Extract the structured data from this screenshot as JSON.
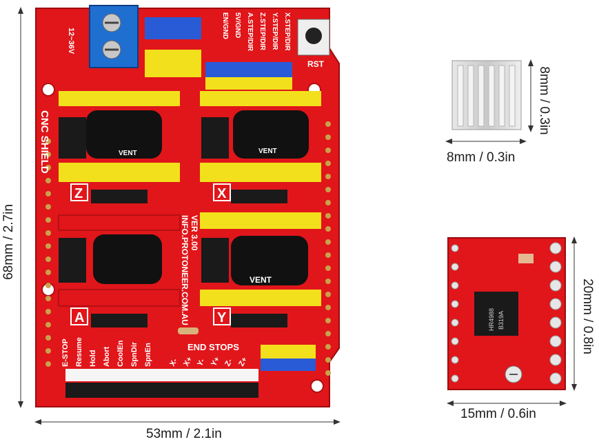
{
  "shield": {
    "height_label": "68mm / 2.7in",
    "width_label": "53mm / 2.1in",
    "title": "CNC SHIELD",
    "version": "VER 3.00",
    "url": "INFO.PROTONEER.COM.AU",
    "power": "12~36V",
    "reset": "RST",
    "header_labels": [
      "X.STEP/DIR",
      "Y.STEP/DIR",
      "Z.STEP/DIR",
      "A.STEP/DIR",
      "5V/GND",
      "EN/GND"
    ],
    "axes": [
      "Z",
      "X",
      "A",
      "Y"
    ],
    "control_labels": [
      "E-STOP",
      "Resume",
      "Hold",
      "Abort",
      "CoolEn",
      "SpnDir",
      "SpnEn"
    ],
    "endstops_title": "END STOPS",
    "endstops": [
      "X-",
      "X+",
      "Y-",
      "Y+",
      "Z-",
      "Z+"
    ],
    "capacitor_brand": "VENT",
    "colors": {
      "board": "#e0161a",
      "header_yellow": "#f3e01c",
      "pin_blue": "#2a5bd6",
      "terminal_blue": "#1f6fd1"
    }
  },
  "heatsink": {
    "height_label": "8mm / 0.3in",
    "width_label": "8mm / 0.3in"
  },
  "driver": {
    "height_label": "20mm / 0.8in",
    "width_label": "15mm / 0.6in",
    "chip_text": "HR4988",
    "chip_code": "B319A"
  }
}
